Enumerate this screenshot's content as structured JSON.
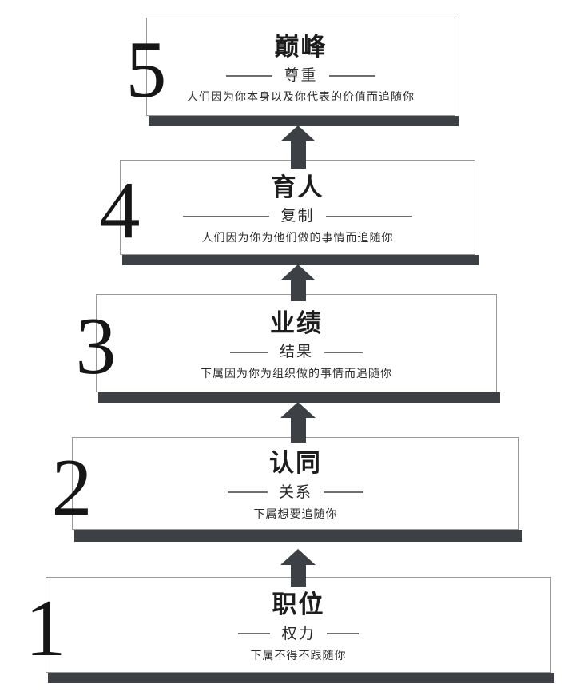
{
  "diagram": {
    "levels": [
      {
        "number": "5",
        "title": "巅峰",
        "subtitle": "尊重",
        "description": "人们因为你本身以及你代表的价值而追随你"
      },
      {
        "number": "4",
        "title": "育人",
        "subtitle": "复制",
        "description": "人们因为你为他们做的事情而追随你"
      },
      {
        "number": "3",
        "title": "业绩",
        "subtitle": "结果",
        "description": "下属因为你为组织做的事情而追随你"
      },
      {
        "number": "2",
        "title": "认同",
        "subtitle": "关系",
        "description": "下属想要追随你"
      },
      {
        "number": "1",
        "title": "职位",
        "subtitle": "权力",
        "description": "下属不得不跟随你"
      }
    ],
    "colors": {
      "accent_dark": "#3d4044",
      "border": "#9a9a9a",
      "text": "#1d1d1d",
      "background": "#ffffff"
    },
    "icons": {
      "between_levels": "up-arrow"
    }
  }
}
